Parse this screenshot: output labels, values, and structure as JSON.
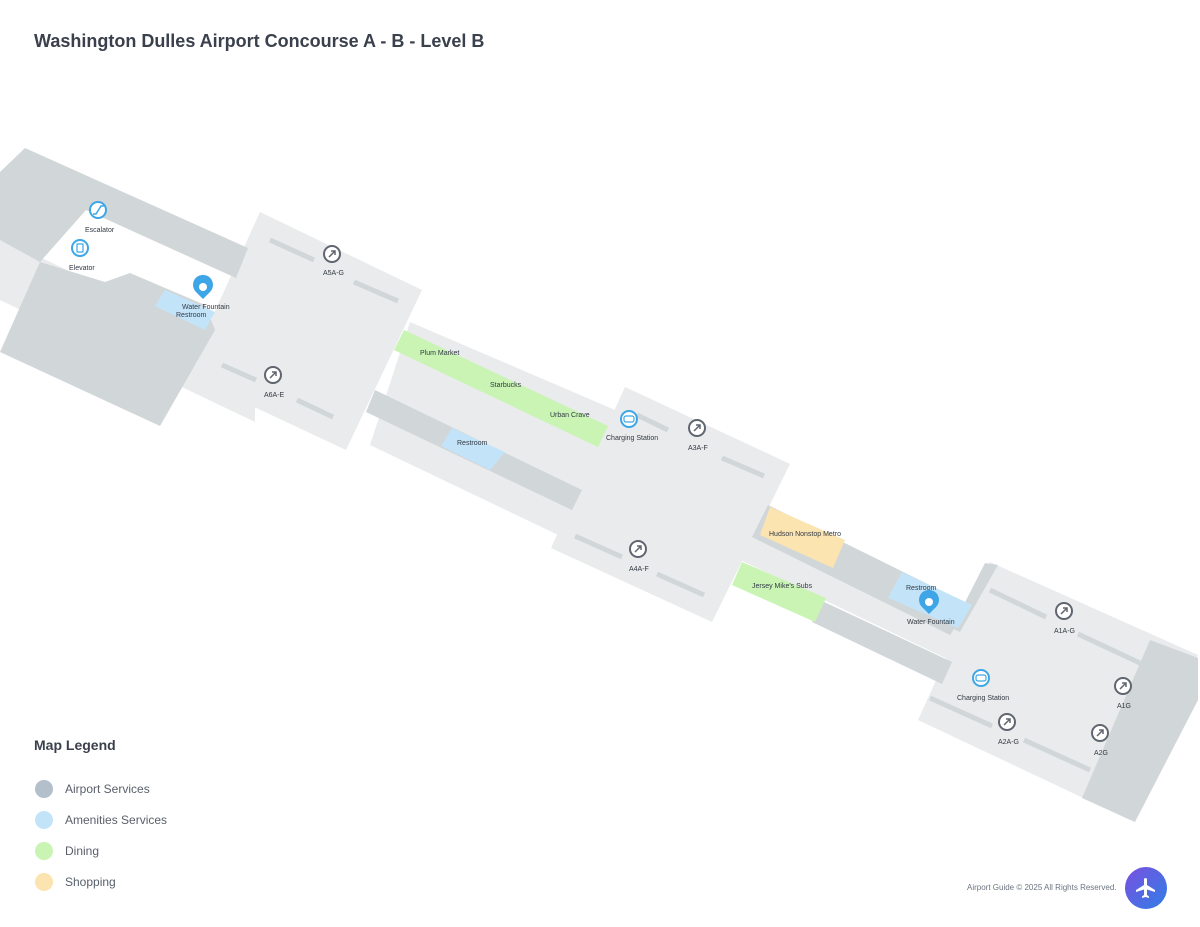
{
  "title": "Washington Dulles Airport Concourse A - B - Level B",
  "labels": {
    "escalator": "Escalator",
    "elevator": "Elevator",
    "water_fountain_west": "Water Fountain",
    "restroom_west": "Restroom",
    "gate_a5": "A5A-G",
    "gate_a6": "A6A-E",
    "plum_market": "Plum Market",
    "starbucks": "Starbucks",
    "urban_crave": "Urban Crave",
    "restroom_mid": "Restroom",
    "charging_station_mid": "Charging Station",
    "gate_a3": "A3A-F",
    "gate_a4": "A4A-F",
    "hudson": "Hudson Nonstop Metro",
    "jersey_mikes": "Jersey Mike's Subs",
    "restroom_east": "Restroom",
    "water_fountain_east": "Water Fountain",
    "gate_a1": "A1A-G",
    "charging_station_east": "Charging Station",
    "gate_a1g": "A1G",
    "gate_a2": "A2A-G",
    "gate_a2g": "A2G"
  },
  "legend": {
    "title": "Map Legend",
    "items": [
      {
        "label": "Airport Services",
        "color": "#b4bfcc"
      },
      {
        "label": "Amenities Services",
        "color": "#c3e4f8"
      },
      {
        "label": "Dining",
        "color": "#c9f4b4"
      },
      {
        "label": "Shopping",
        "color": "#fce4b0"
      }
    ]
  },
  "colors": {
    "floor": "#e9ebec",
    "service": "#d1d6d8",
    "amenity": "#c3e4f8",
    "dining": "#c9f4b4",
    "shopping": "#fce4b0",
    "pin_blue": "#3ea6e6",
    "pin_gray": "#5f6670"
  },
  "icons": [
    "escalator-icon",
    "elevator-icon",
    "water-fountain-pin-icon",
    "gate-arrow-icon",
    "charging-station-icon",
    "airplane-icon"
  ],
  "footer": "Airport Guide © 2025 All Rights Reserved."
}
